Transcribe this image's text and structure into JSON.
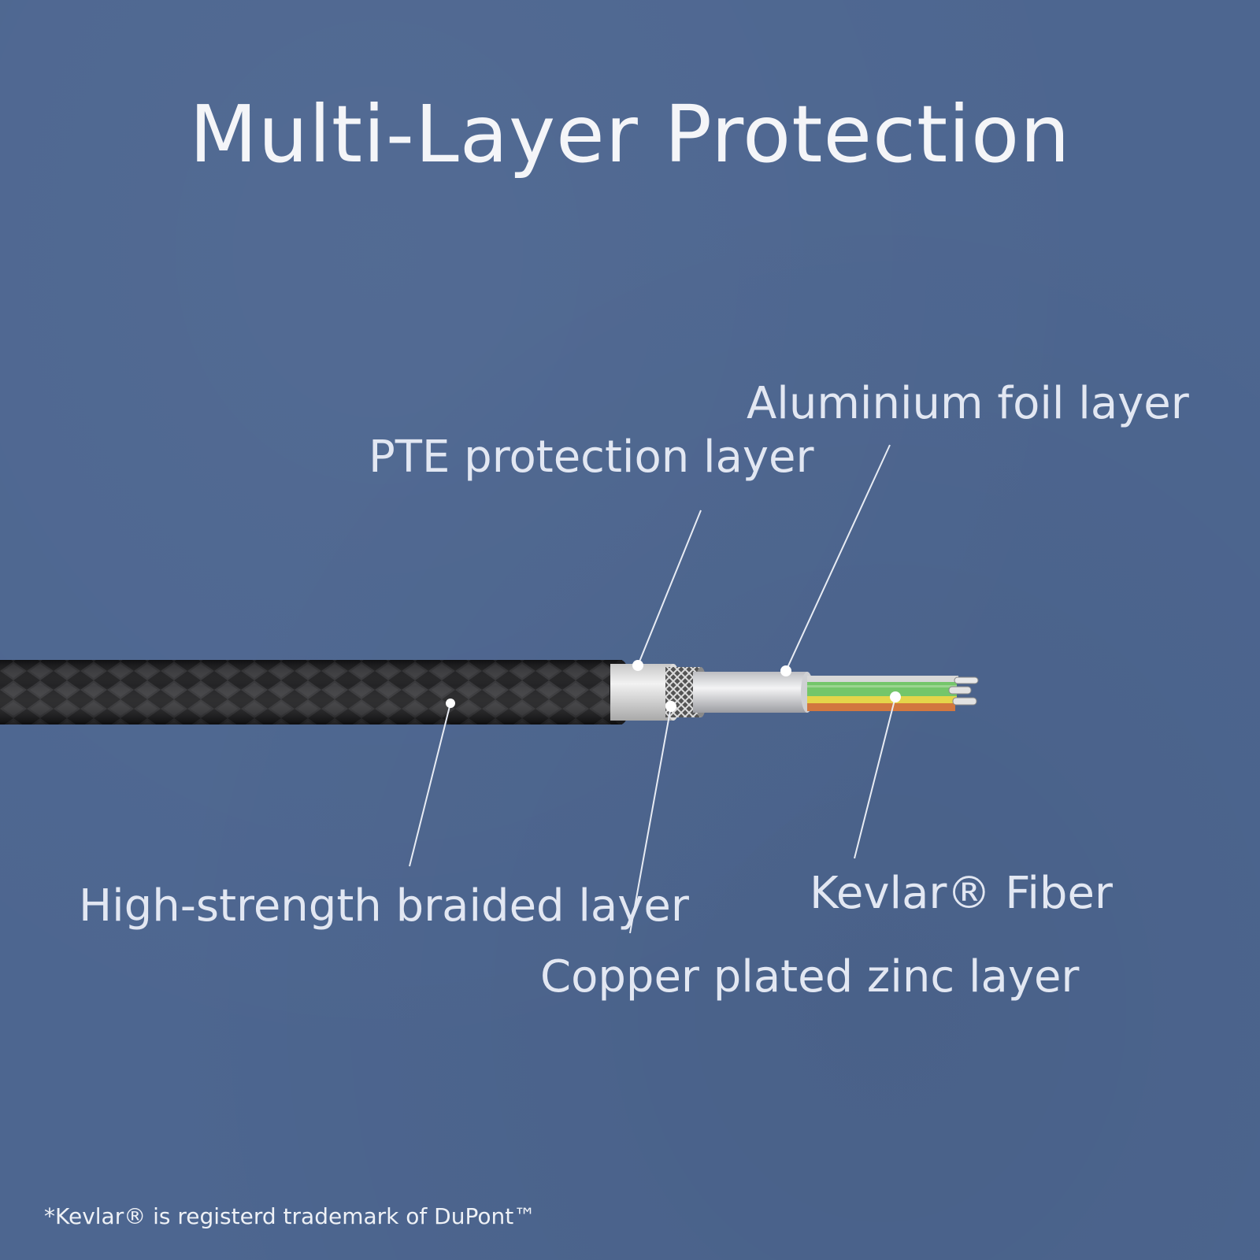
{
  "title": "Multi-Layer Protection",
  "labels": {
    "aluminium_foil": "Aluminium foil layer",
    "pte_protection": "PTE protection layer",
    "braided": "High-strength braided layer",
    "kevlar": "Kevlar® Fiber",
    "copper_zinc": "Copper plated zinc layer"
  },
  "footnote": "*Kevlar® is registerd trademark of DuPont™",
  "colors": {
    "background": "#4d6690",
    "braid": "#1c1c1e",
    "pte_jacket": "#e6e6e6",
    "foil": "#d9dadc",
    "wire_green": "#74c66a",
    "wire_yellow": "#e5d54a",
    "wire_orange": "#d2773f"
  }
}
